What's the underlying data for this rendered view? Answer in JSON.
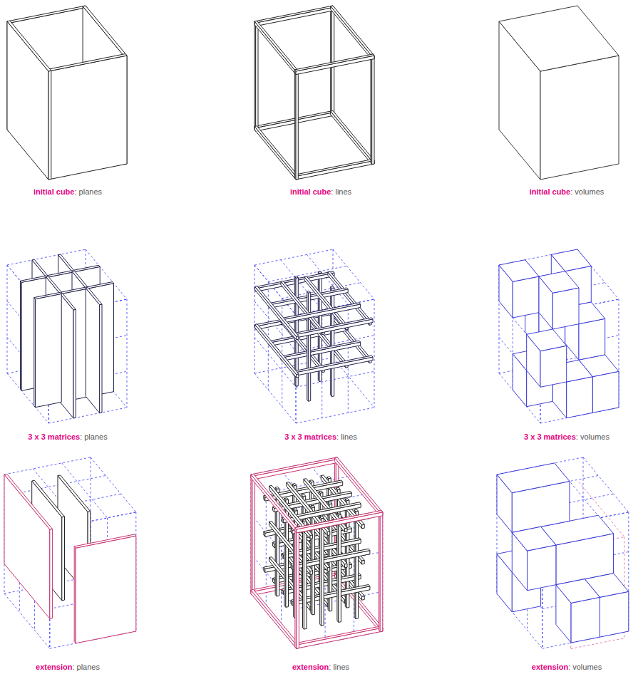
{
  "diagram": {
    "labels": [
      "initial cube",
      ": planes",
      "initial cube",
      ": lines",
      "initial cube",
      ": volumes",
      "3 x 3 matrices",
      ": planes",
      "3 x 3 matrices",
      ": lines",
      "3 x 3 matrices",
      ": volumes",
      "extension",
      ": planes",
      "extension",
      ": lines",
      "extension",
      ": volumes"
    ]
  }
}
